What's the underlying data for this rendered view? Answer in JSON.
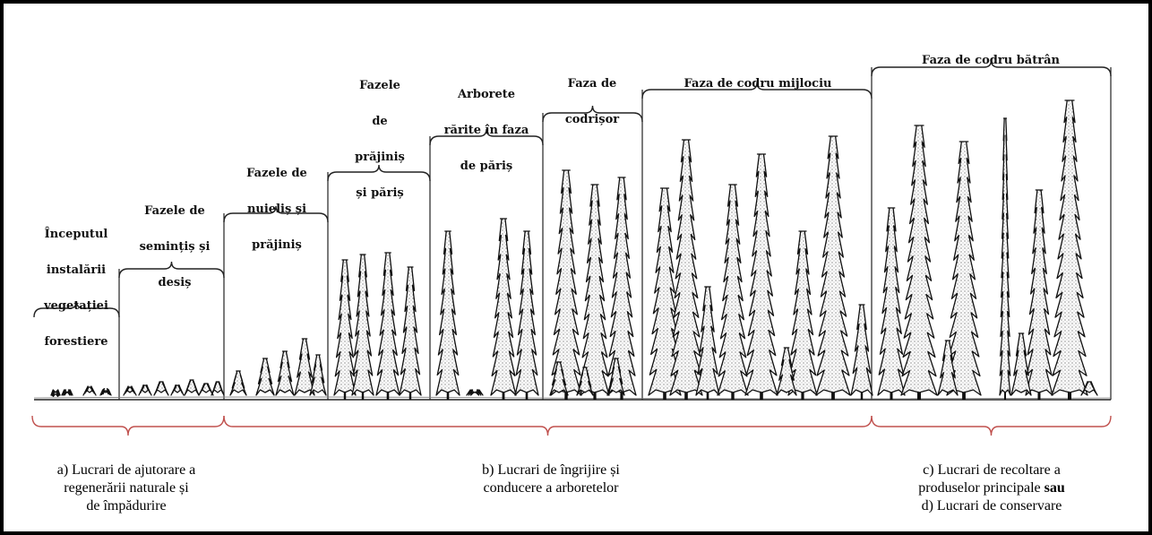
{
  "stages": [
    {
      "id": "s1",
      "lines": [
        "Începutul",
        "instalării",
        "vegetației",
        "forestiere"
      ]
    },
    {
      "id": "s2",
      "lines": [
        "Fazele de",
        "semințiș și",
        "desiș"
      ]
    },
    {
      "id": "s3",
      "lines": [
        "Fazele de",
        "nuieliș și",
        "prăjiniș"
      ]
    },
    {
      "id": "s4",
      "lines": [
        "Fazele",
        "de",
        "prăjiniș",
        "și păriș"
      ]
    },
    {
      "id": "s5",
      "lines": [
        "Arborete",
        "rărite în faza",
        "de păriș"
      ]
    },
    {
      "id": "s6",
      "lines": [
        "Faza de",
        "codrișor"
      ]
    },
    {
      "id": "s7",
      "lines": [
        "Faza de codru mijlociu"
      ]
    },
    {
      "id": "s8",
      "lines": [
        "Faza de codru bătrân"
      ]
    }
  ],
  "groups": {
    "a": {
      "line1": "a) Lucrari de ajutorare a",
      "line2": "regenerării naturale și",
      "line3": "de împădurire"
    },
    "b": {
      "line1": "b) Lucrari de îngrijire și",
      "line2": "conducere a  arboretelor"
    },
    "c": {
      "line1": "c) Lucrari de recoltare a",
      "line2_text": "produselor principale ",
      "line2_bold": "sau",
      "line3": "d) Lucrari de conservare"
    }
  },
  "colors": {
    "bracket_top": "#222222",
    "bracket_bottom": "#c0504d",
    "tree": "#1a1a1a",
    "frame": "#000000"
  }
}
